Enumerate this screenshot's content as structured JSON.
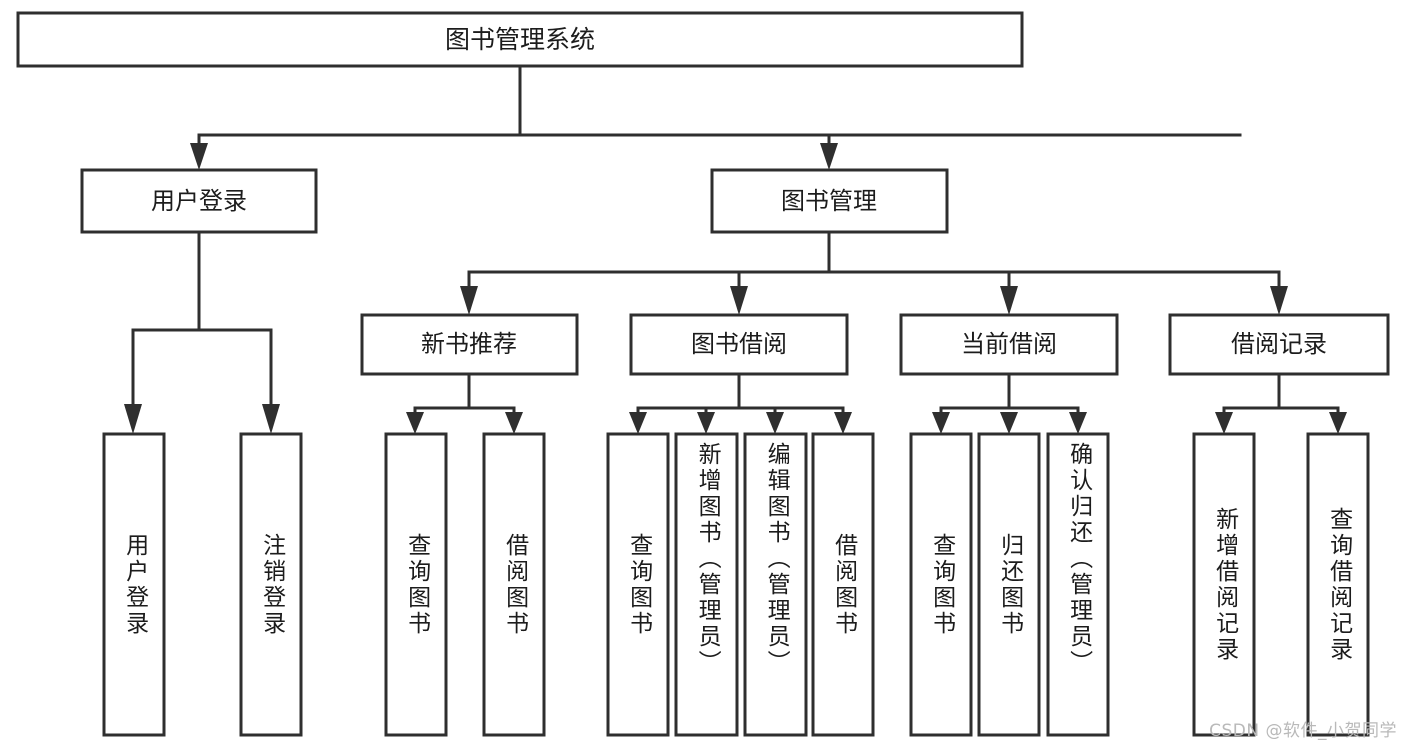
{
  "diagram": {
    "title": "图书管理系统",
    "watermark": "CSDN @软件_小贺同学",
    "colors": {
      "stroke": "#2f2f2f",
      "fill": "#ffffff",
      "text": "#1c1c1c",
      "watermark": "#b9b9b9"
    },
    "root": {
      "label": "图书管理系统"
    },
    "level2": [
      {
        "label": "用户登录"
      },
      {
        "label": "图书管理"
      }
    ],
    "level3": [
      {
        "label": "新书推荐"
      },
      {
        "label": "图书借阅"
      },
      {
        "label": "当前借阅"
      },
      {
        "label": "借阅记录"
      }
    ],
    "leaves": {
      "user_login": [
        {
          "label": "用户登录"
        },
        {
          "label": "注销登录"
        }
      ],
      "new_book_recommend": [
        {
          "label": "查询图书"
        },
        {
          "label": "借阅图书"
        }
      ],
      "book_borrow": [
        {
          "label": "查询图书"
        },
        {
          "label": "新增图书（管理员）"
        },
        {
          "label": "编辑图书（管理员）"
        },
        {
          "label": "借阅图书"
        }
      ],
      "current_borrow": [
        {
          "label": "查询图书"
        },
        {
          "label": "归还图书"
        },
        {
          "label": "确认归还（管理员）"
        }
      ],
      "borrow_record": [
        {
          "label": "新增借阅记录"
        },
        {
          "label": "查询借阅记录"
        }
      ]
    }
  }
}
